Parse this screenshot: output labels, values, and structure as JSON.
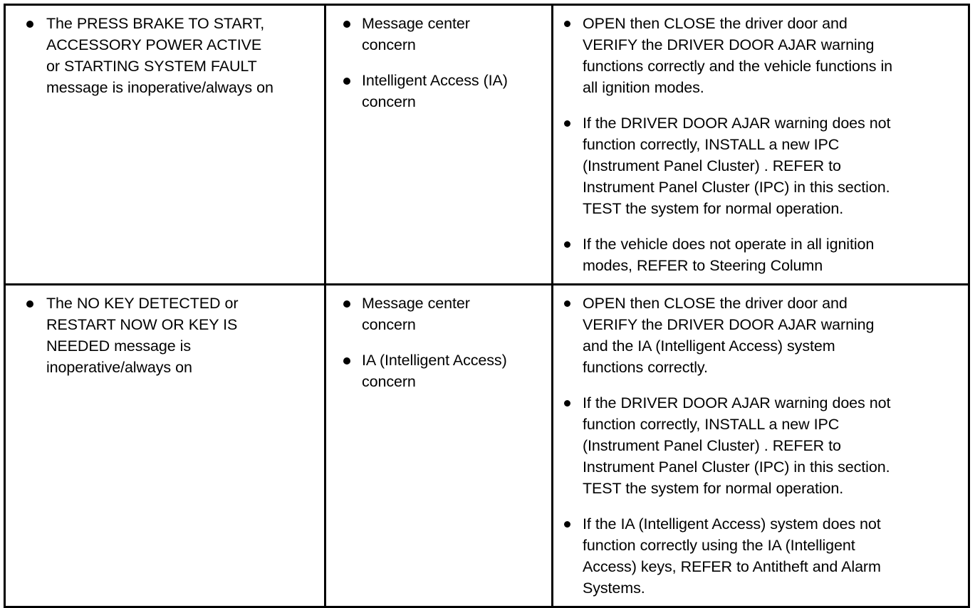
{
  "document": {
    "type": "diagnostic-symptom-chart",
    "text_color": "#000000",
    "background_color": "#ffffff",
    "border_color": "#000000"
  },
  "table": {
    "rows": [
      {
        "condition": {
          "bullets": [
            "The PRESS BRAKE TO START,\nACCESSORY POWER ACTIVE\nor STARTING SYSTEM FAULT\nmessage is inoperative/always on"
          ]
        },
        "possible_sources": {
          "bullets": [
            "Message center\nconcern",
            "Intelligent Access (IA)\nconcern"
          ]
        },
        "actions": {
          "bullets": [
            "OPEN then CLOSE the driver door and\nVERIFY the DRIVER DOOR AJAR warning\nfunctions correctly and the vehicle functions in\nall ignition modes.",
            "If the DRIVER DOOR AJAR warning does not\nfunction correctly, INSTALL a new IPC\n(Instrument Panel Cluster) . REFER to\nInstrument Panel Cluster (IPC) in this section.\nTEST the system for normal operation.",
            "If the vehicle does not operate in all ignition\nmodes, REFER to Steering Column"
          ]
        }
      },
      {
        "condition": {
          "bullets": [
            "The NO KEY DETECTED or\nRESTART NOW OR KEY IS\nNEEDED message is\ninoperative/always on"
          ]
        },
        "possible_sources": {
          "bullets": [
            "Message center\nconcern",
            "IA (Intelligent Access)\nconcern"
          ]
        },
        "actions": {
          "bullets": [
            "OPEN then CLOSE the driver door and\nVERIFY the DRIVER DOOR AJAR warning\nand the IA (Intelligent Access) system\nfunctions correctly.",
            "If the DRIVER DOOR AJAR warning does not\nfunction correctly, INSTALL a new IPC\n(Instrument Panel Cluster) . REFER to\nInstrument Panel Cluster (IPC) in this section.\nTEST the system for normal operation.",
            "If the IA (Intelligent Access) system does not\nfunction correctly using the IA (Intelligent\nAccess) keys, REFER to Antitheft and Alarm\nSystems."
          ]
        }
      }
    ]
  }
}
